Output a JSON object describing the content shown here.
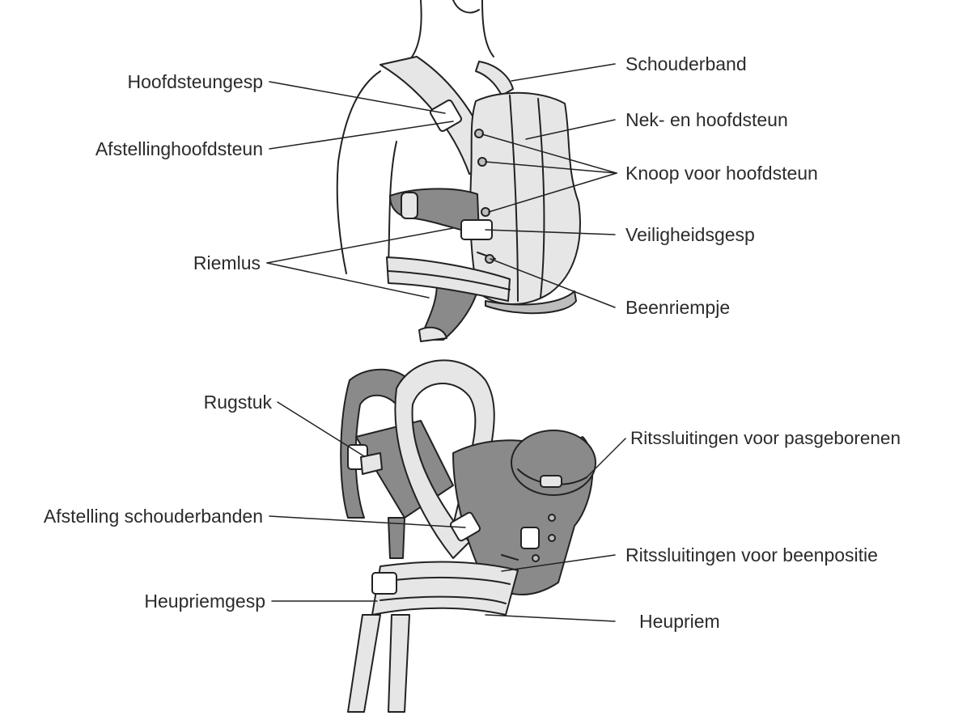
{
  "labels": {
    "schouderband": "Schouderband",
    "hoofdsteungesp": "Hoofdsteungesp",
    "nek_hoofdsteun": "Nek- en hoofdsteun",
    "afstelling_hoofdsteun": "Afstellinghoofdsteun",
    "knoop_hoofdsteun": "Knoop voor hoofdsteun",
    "veiligheidsgesp": "Veiligheidsgesp",
    "riemlus": "Riemlus",
    "beenriempje": "Beenriempje",
    "rugstuk": "Rugstuk",
    "ritssluitingen_pasgeborenen": "Ritssluitingen voor pasgeborenen",
    "afstelling_schouderbanden": "Afstelling schouderbanden",
    "ritssluitingen_beenpositie": "Ritssluitingen voor beenpositie",
    "heupriemgesp": "Heupriemgesp",
    "heupriem": "Heupriem"
  },
  "colors": {
    "line": "#222222",
    "fabric_light": "#e6e6e6",
    "fabric_dark": "#8a8a8a",
    "fabric_mid": "#bdbdbd",
    "text": "#2b2b2b"
  }
}
